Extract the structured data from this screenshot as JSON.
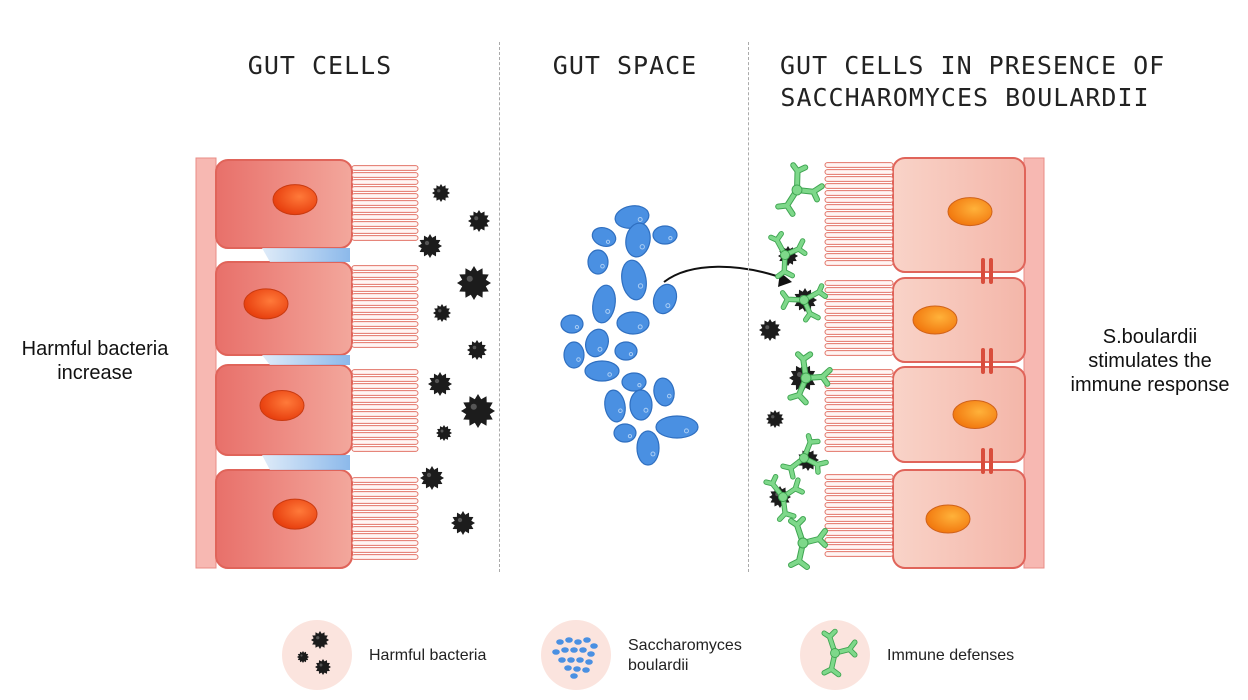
{
  "headings": {
    "left": "GUT CELLS",
    "middle": "GUT SPACE",
    "right_line1": "GUT CELLS IN PRESENCE OF",
    "right_line2": "SACCHAROMYCES BOULARDII"
  },
  "side_labels": {
    "left_line1": "Harmful bacteria",
    "left_line2": "increase",
    "right_line1": "S.boulardii",
    "right_line2": "stimulates the",
    "right_line3": "immune response"
  },
  "legend": [
    {
      "label_line1": "Harmful bacteria",
      "label_line2": "",
      "icon": "bacteria-icon"
    },
    {
      "label_line1": "Saccharomyces",
      "label_line2": "boulardii",
      "icon": "yeast-cluster-icon"
    },
    {
      "label_line1": "Immune defenses",
      "label_line2": "",
      "icon": "immune-cell-icon"
    }
  ],
  "colors": {
    "cell_fill_left": "#ec8378",
    "cell_fill_right": "#f6c1b5",
    "cell_outline": "#e0645a",
    "nucleus": "#f04e1a",
    "nucleus_right": "#f79a1e",
    "bacteria": "#1c1c1c",
    "yeast": "#4a90e2",
    "immune": "#7ed88a",
    "legend_circle": "#fbe4de",
    "basement": "#f7b8b2"
  }
}
